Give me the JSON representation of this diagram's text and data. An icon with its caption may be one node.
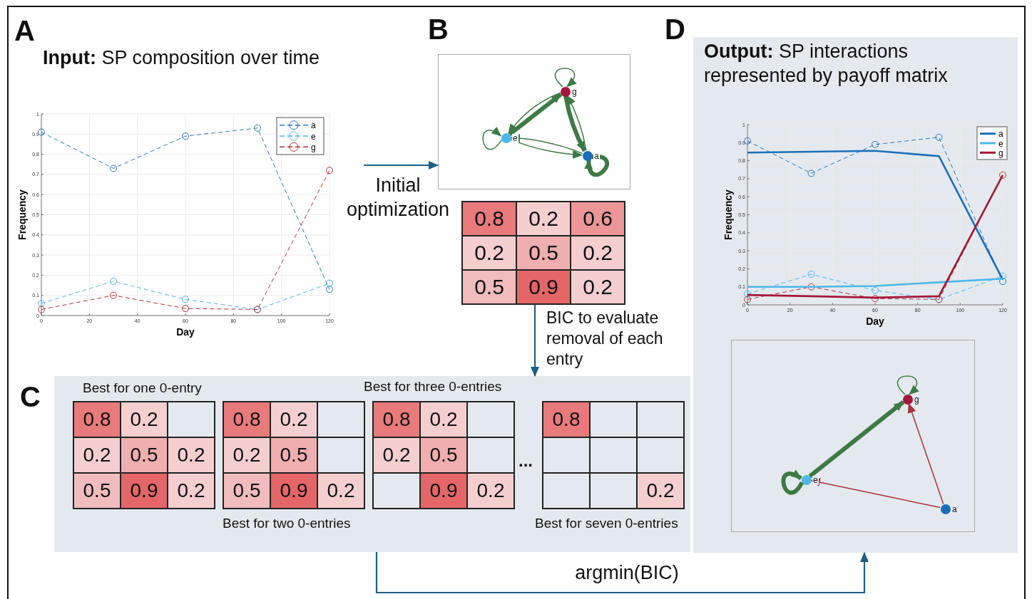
{
  "diagram": {
    "nodes": [
      {
        "text": [
          "A",
          "**Input:** SP composition over time"
        ]
      },
      {
        "text": [],
        "shape": "box"
      },
      {
        "text": [],
        "shape": "circle",
        "in": 1,
        "beside": [
          "g"
        ]
      },
      {
        "text": [],
        "shape": "circle",
        "in": 1,
        "beside": [
          "e"
        ]
      },
      {
        "text": [],
        "shape": "circle",
        "in": 1,
        "beside": [
          "a"
        ]
      },
      {
        "text": [],
        "shape": "box"
      },
      {
        "text": [
          "C"
        ]
      },
      {
        "text": [
          "D",
          "**Output:** SP interactions represented by payoff matrix"
        ]
      },
      {
        "text": [],
        "shape": "box",
        "in": 7
      },
      {
        "text": [],
        "shape": "circle",
        "in": 8,
        "beside": [
          "g"
        ]
      },
      {
        "text": [],
        "shape": "circle",
        "in": 8,
        "beside": [
          "e"
        ]
      },
      {
        "text": [],
        "shape": "circle",
        "in": 8,
        "beside": [
          "a"
        ]
      }
    ],
    "edges": [
      {
        "from": null,
        "to": 1,
        "arrow": "to",
        "label": "Initial optimization",
        "color": "#1d5f86"
      },
      {
        "from": 2,
        "to": 2,
        "arrow": "to"
      },
      {
        "from": 3,
        "to": 3,
        "arrow": "to"
      },
      {
        "from": 4,
        "to": 4,
        "arrow": "to",
        "style": "thick"
      },
      {
        "from": 2,
        "to": 3,
        "arrow": "to"
      },
      {
        "from": 3,
        "to": 2,
        "arrow": "to",
        "style": "thick"
      },
      {
        "from": 2,
        "to": 4,
        "arrow": "to",
        "style": "thick"
      },
      {
        "from": 4,
        "to": 2,
        "arrow": "to"
      },
      {
        "from": 4,
        "to": 3,
        "arrow": "to"
      },
      {
        "from": 3,
        "to": 4,
        "arrow": "to"
      },
      {
        "from": 5,
        "to": 6,
        "arrow": "to",
        "label": "BIC to evaluate removal of each entry",
        "color": "#1d5f86"
      },
      {
        "from": 6,
        "to": 7,
        "arrow": "to",
        "label": "argmin(BIC)",
        "color": "#1d5f86"
      },
      {
        "from": 9,
        "to": 9,
        "arrow": "to"
      },
      {
        "from": 10,
        "to": 10,
        "arrow": "to",
        "style": "thick"
      },
      {
        "from": 10,
        "to": 9,
        "arrow": "to",
        "style": "thick"
      },
      {
        "from": 11,
        "to": 9,
        "arrow": "to",
        "color": "#a8323e"
      },
      {
        "from": 11,
        "to": 10,
        "arrow": "to",
        "color": "#a8323e"
      }
    ],
    "labels": [
      "B",
      "0.8",
      "0.2",
      "0.6",
      "0.2",
      "0.5",
      "0.2",
      "0.5",
      "0.9",
      "0.2",
      "Best for one 0-entry",
      "Best for three 0-entries",
      "0.8",
      "0.2",
      "0.2",
      "0.5",
      "0.2",
      "0.5",
      "0.9",
      "0.2",
      "0.8",
      "0.2",
      "0.2",
      "0.5",
      "0.5",
      "0.9",
      "0.2",
      "0.8",
      "0.2",
      "0.2",
      "0.5",
      "0.9",
      "0.2",
      "...",
      "0.8",
      "0.2",
      "Best for two 0-entries",
      "Best for seven 0-entries"
    ],
    "chart_data": [
      {
        "type": "line",
        "xlabel": "Day",
        "ylabel": "Frequency",
        "x": [
          0,
          30,
          60,
          90,
          120
        ],
        "xlim": [
          0,
          120
        ],
        "ylim": [
          0,
          1
        ],
        "xticks": [
          0,
          20,
          40,
          60,
          80,
          100,
          120
        ],
        "yticks": [
          0,
          0.1,
          0.2,
          0.3,
          0.4,
          0.5,
          0.6,
          0.7,
          0.8,
          0.9,
          1
        ],
        "grid": true,
        "legend": true,
        "series": [
          {
            "name": "a",
            "color": "#2a78c0",
            "line_style": "dashed",
            "marker": "circle",
            "values": [
              0.91,
              0.73,
              0.89,
              0.93,
              0.13
            ]
          },
          {
            "name": "e",
            "color": "#4db8e8",
            "line_style": "dashed",
            "marker": "circle",
            "values": [
              0.06,
              0.17,
              0.08,
              0.03,
              0.16
            ]
          },
          {
            "name": "g",
            "color": "#b2333d",
            "line_style": "dashed",
            "marker": "circle",
            "values": [
              0.03,
              0.1,
              0.035,
              0.03,
              0.72
            ]
          }
        ]
      },
      {
        "type": "line",
        "xlabel": "Day",
        "ylabel": "Frequency",
        "x": [
          0,
          30,
          60,
          90,
          120
        ],
        "xlim": [
          0,
          120
        ],
        "ylim": [
          0,
          1
        ],
        "xticks": [
          0,
          20,
          40,
          60,
          80,
          100,
          120
        ],
        "yticks": [
          0,
          0.1,
          0.2,
          0.3,
          0.4,
          0.5,
          0.6,
          0.7,
          0.8,
          0.9,
          1
        ],
        "grid": true,
        "legend": true,
        "series": [
          {
            "name": "a",
            "color": "#1a6fb8",
            "values": [
              0.845,
              0.85,
              0.855,
              0.825,
              0.14
            ]
          },
          {
            "name": "e",
            "color": "#4db8e8",
            "values": [
              0.1,
              0.1,
              0.105,
              0.125,
              0.145
            ]
          },
          {
            "name": "g",
            "color": "#a3183a",
            "values": [
              0.055,
              0.048,
              0.04,
              0.048,
              0.72
            ]
          },
          {
            "name": null,
            "color": "#2a78c0",
            "line_style": "dashed",
            "marker": "circle",
            "values": [
              0.91,
              0.73,
              0.89,
              0.93,
              0.13
            ]
          },
          {
            "name": null,
            "color": "#4db8e8",
            "line_style": "dashed",
            "marker": "circle",
            "values": [
              0.06,
              0.17,
              0.08,
              0.03,
              0.16
            ]
          },
          {
            "name": null,
            "color": "#b2333d",
            "line_style": "dashed",
            "marker": "circle",
            "values": [
              0.03,
              0.1,
              0.035,
              0.03,
              0.72
            ]
          }
        ]
      }
    ]
  }
}
